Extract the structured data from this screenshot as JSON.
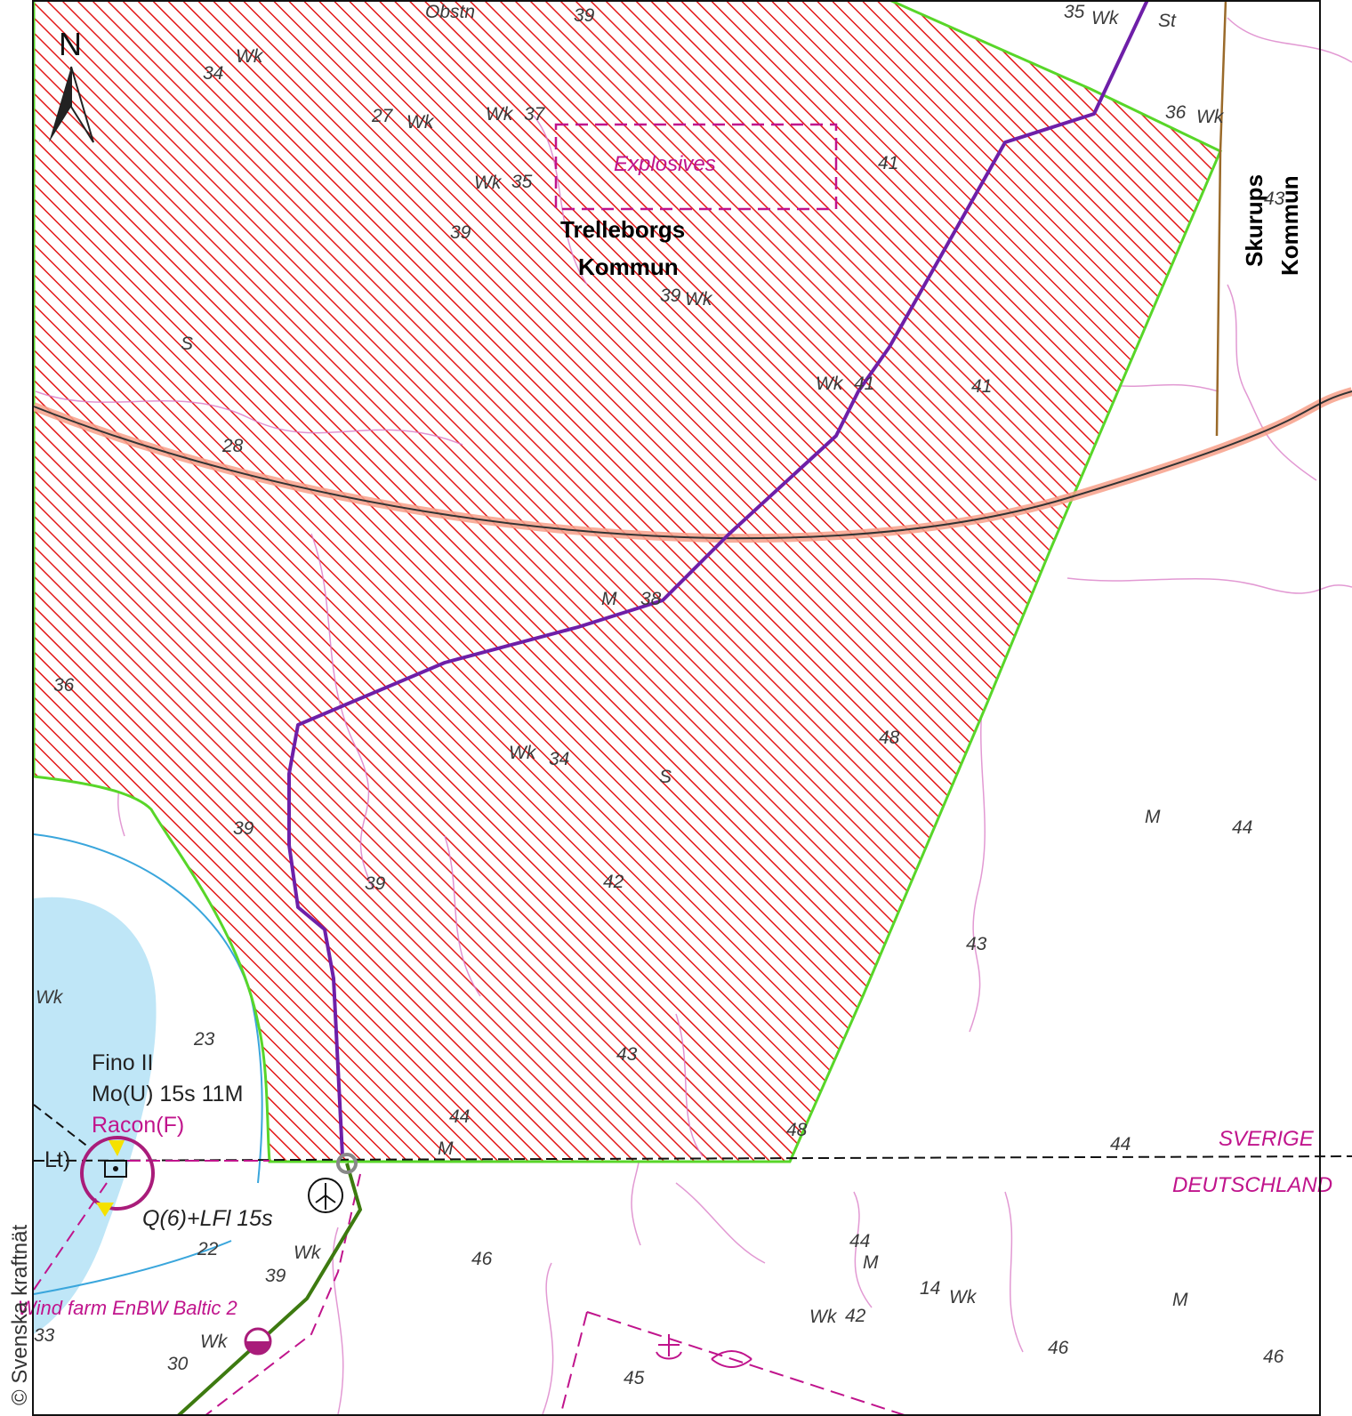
{
  "labels": {
    "municipality_left_1": "Trelleborgs",
    "municipality_left_2": "Kommun",
    "municipality_right_1": "Skurups",
    "municipality_right_2": "Kommun",
    "explosives": "Explosives",
    "fino_name": "Fino II",
    "fino_light": "Mo(U) 15s 11M",
    "racon": "Racon(F)",
    "light_abbrev": "Lt)",
    "buoy_light": "Q(6)+LFl 15s",
    "wind_farm": "Wind farm EnBW Baltic 2",
    "border_north": "SVERIGE",
    "border_south": "DEUTSCHLAND",
    "north_arrow": "N",
    "copyright": "© Svenska kraftnät",
    "obstn": "Obstn",
    "wreck_abbrev": "Wk",
    "stones": "St",
    "seabed_s": "S",
    "seabed_m": "M"
  },
  "soundings": [
    "39",
    "35",
    "34",
    "27",
    "37",
    "35",
    "41",
    "39",
    "39",
    "36",
    "41",
    "28",
    "S",
    "36",
    "M",
    "38",
    "Wk",
    "34",
    "S",
    "48",
    "M",
    "44",
    "39",
    "39",
    "42",
    "43",
    "23",
    "43",
    "44",
    "48",
    "M",
    "44",
    "22",
    "46",
    "44",
    "M",
    "14",
    "42",
    "46",
    "46",
    "45",
    "30",
    "33",
    "39",
    "43",
    "41"
  ],
  "colors": {
    "restricted_hatch": "#e31818",
    "zone_border": "#58d629",
    "cable_route": "#6e1fa8",
    "export_cable": "#3d7a10",
    "pipeline_glow": "#f7a08a",
    "pipeline_line": "#333333",
    "magenta": "#c0148c",
    "shallow_water": "#bfe6f7",
    "depth_contour": "#3aa6dc",
    "boundary_line": "#9a6a2a"
  }
}
